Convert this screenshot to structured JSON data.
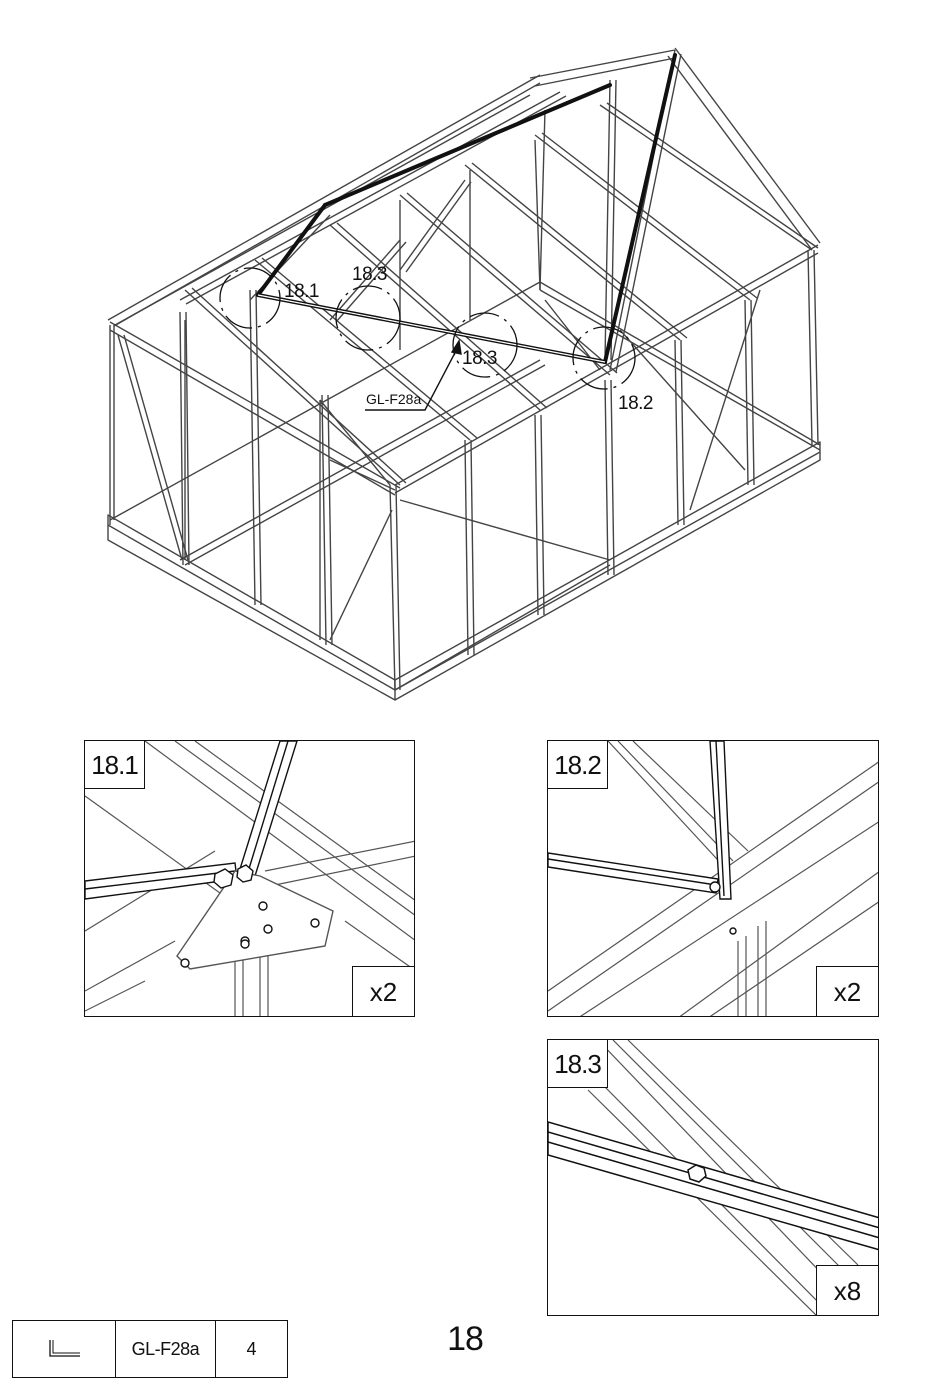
{
  "callouts": {
    "c18_1": "18.1",
    "c18_3a": "18.3",
    "c18_3b": "18.3",
    "c18_2": "18.2",
    "part_label": "GL-F28a"
  },
  "details": [
    {
      "id": "18.1",
      "qty": "x2"
    },
    {
      "id": "18.2",
      "qty": "x2"
    },
    {
      "id": "18.3",
      "qty": "x8"
    }
  ],
  "parts_table": {
    "icon": "l-profile-icon",
    "code": "GL-F28a",
    "count": "4"
  },
  "page_number": "18",
  "colors": {
    "line": "#111111",
    "frame_gray": "#555555"
  }
}
